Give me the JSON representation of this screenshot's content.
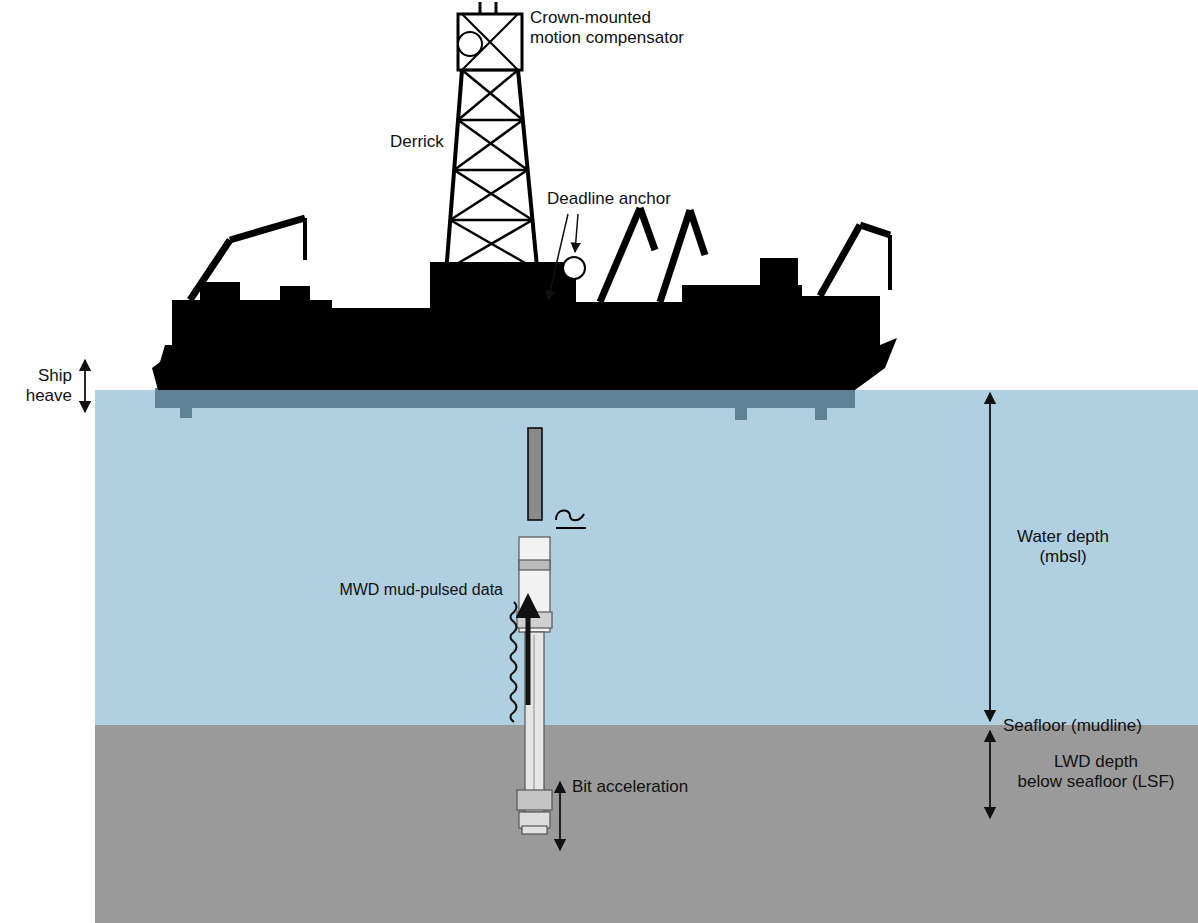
{
  "diagram": {
    "labels": [
      "Crown-mounted motion compensator",
      "Derrick",
      "Deadline anchor",
      "Ship heave",
      "Water depth (mbsl)",
      "MWD mud-pulsed data",
      "Seafloor (mudline)",
      "LWD depth below seafloor (LSF)",
      "Bit acceleration"
    ]
  }
}
